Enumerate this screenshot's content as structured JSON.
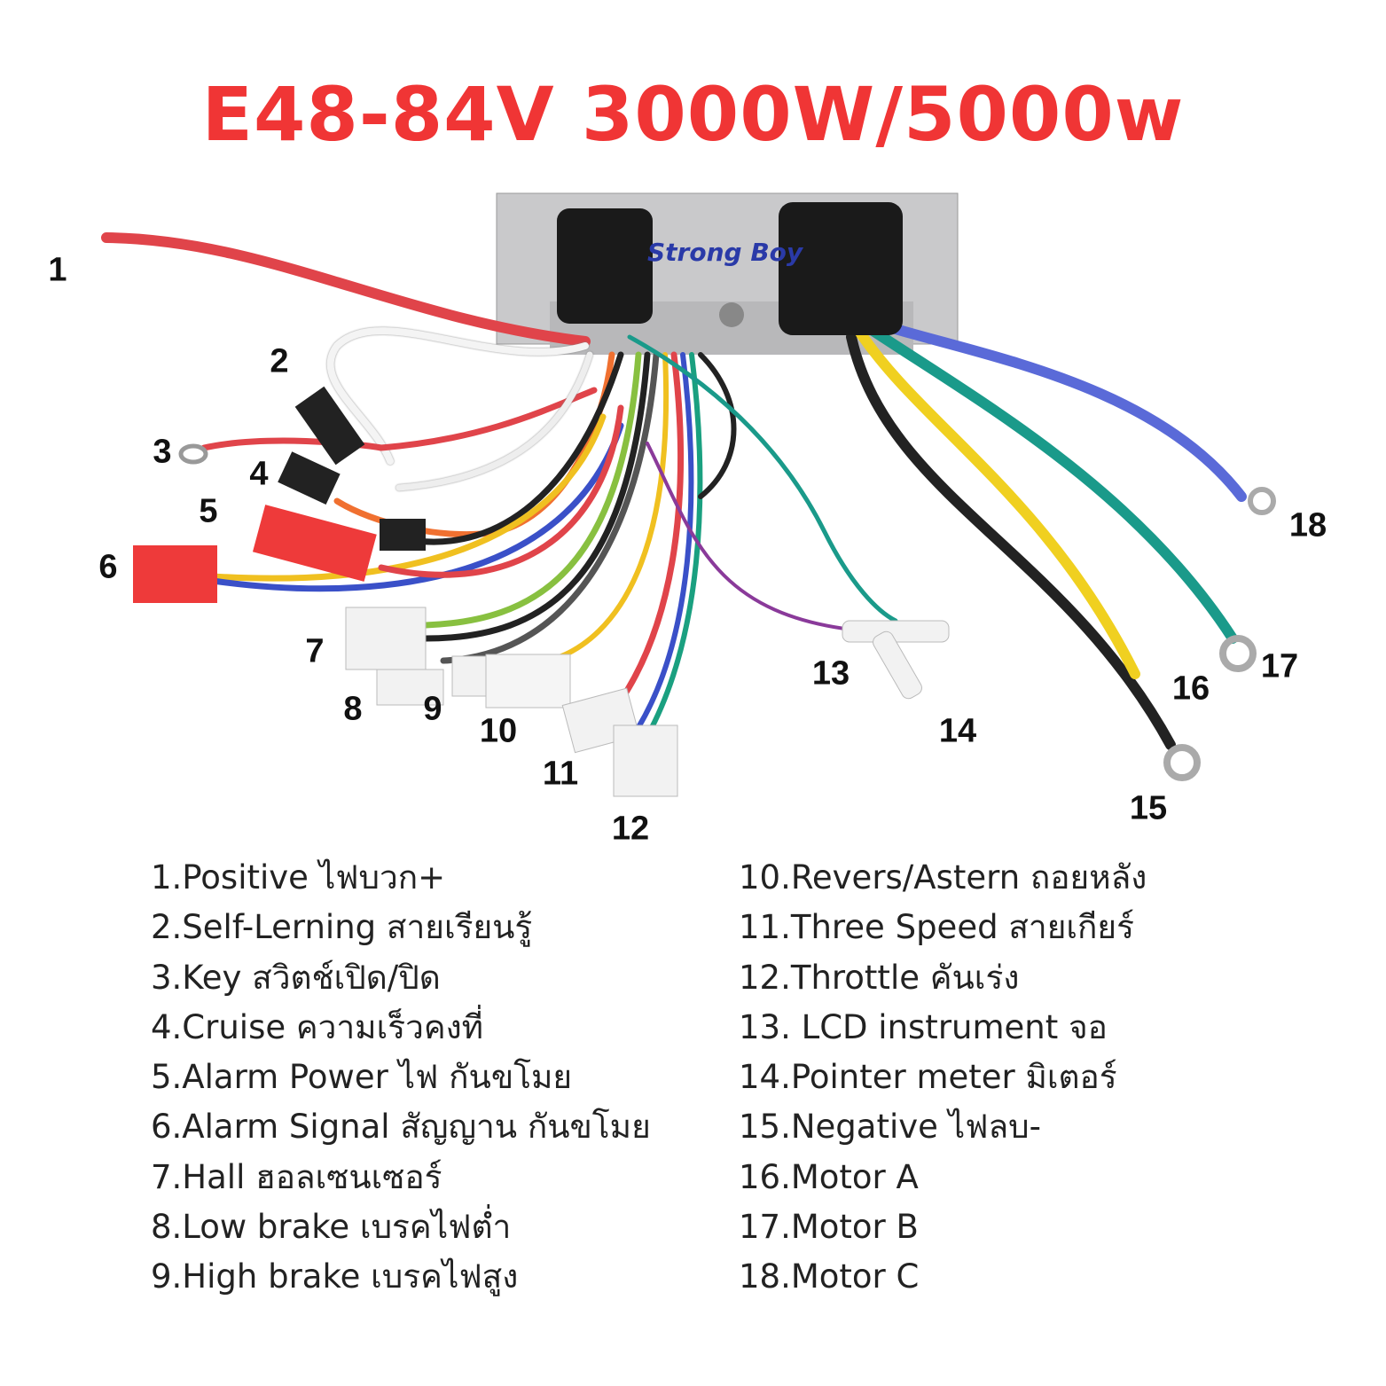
{
  "title": "E48-84V 3000W/5000w",
  "brand": "Strong Boy",
  "callouts": [
    "1",
    "2",
    "3",
    "4",
    "5",
    "6",
    "7",
    "8",
    "9",
    "10",
    "11",
    "12",
    "13",
    "14",
    "15",
    "16",
    "17",
    "18"
  ],
  "legend_left": [
    "1.Positive ไฟบวก+",
    "2.Self-Lerning สายเรียนรู้",
    "3.Key สวิตช์เปิด/ปิด",
    "4.Cruise ความเร็วคงที่",
    "5.Alarm Power ไฟ กันขโมย",
    "6.Alarm Signal สัญญาน กันขโมย",
    "7.Hall ฮอลเซนเซอร์",
    "8.Low brake เบรคไฟต่ำ",
    "9.High brake เบรคไฟสูง"
  ],
  "legend_right": [
    "10.Revers/Astern ถอยหลัง",
    "11.Three Speed สายเกียร์",
    "12.Throttle คันเร่ง",
    "13. LCD instrument จอ",
    "14.Pointer meter มิเตอร์",
    "15.Negative ไฟลบ-",
    "16.Motor A",
    "17.Motor B",
    "18.Motor C"
  ],
  "colors": {
    "title": "#f03535",
    "brand": "#2a3aa8"
  }
}
